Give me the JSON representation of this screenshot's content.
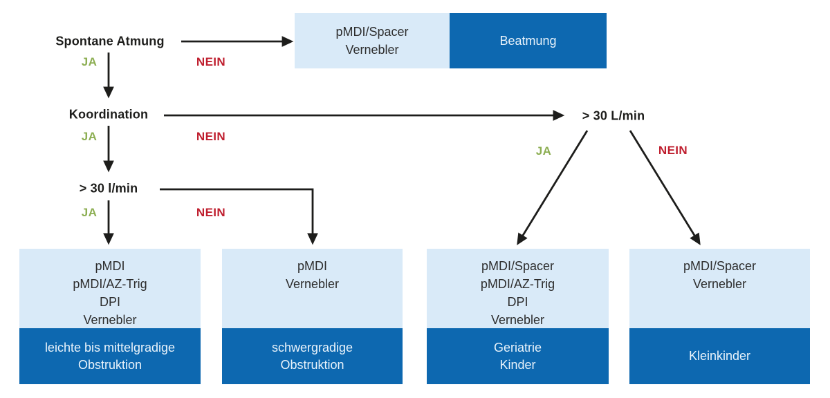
{
  "colors": {
    "light_blue": "#d9eaf8",
    "dark_blue": "#0d68b0",
    "yes_green": "#8cae52",
    "no_red": "#bf1e2e",
    "ink": "#1d1d1b",
    "box_text": "#2d2d2d",
    "box_text_light": "#e9f3fb"
  },
  "labels": {
    "yes": "JA",
    "no": "NEIN"
  },
  "nodes": {
    "spontane_atmung": "Spontane Atmung",
    "koordination": "Koordination",
    "flow_left": "> 30 l/min",
    "flow_right": "> 30 L/min"
  },
  "ventilation_branch": {
    "devices": [
      "pMDI/Spacer",
      "Vernebler"
    ],
    "result": "Beatmung"
  },
  "outcomes": [
    {
      "devices": [
        "pMDI",
        "pMDI/AZ-Trig",
        "DPI",
        "Vernebler"
      ],
      "result": [
        "leichte bis mittelgradige",
        "Obstruktion"
      ]
    },
    {
      "devices": [
        "pMDI",
        "Vernebler"
      ],
      "result": [
        "schwergradige",
        "Obstruktion"
      ]
    },
    {
      "devices": [
        "pMDI/Spacer",
        "pMDI/AZ-Trig",
        "DPI",
        "Vernebler"
      ],
      "result": [
        "Geriatrie",
        "Kinder"
      ]
    },
    {
      "devices": [
        "pMDI/Spacer",
        "Vernebler"
      ],
      "result": [
        "Kleinkinder"
      ]
    }
  ]
}
